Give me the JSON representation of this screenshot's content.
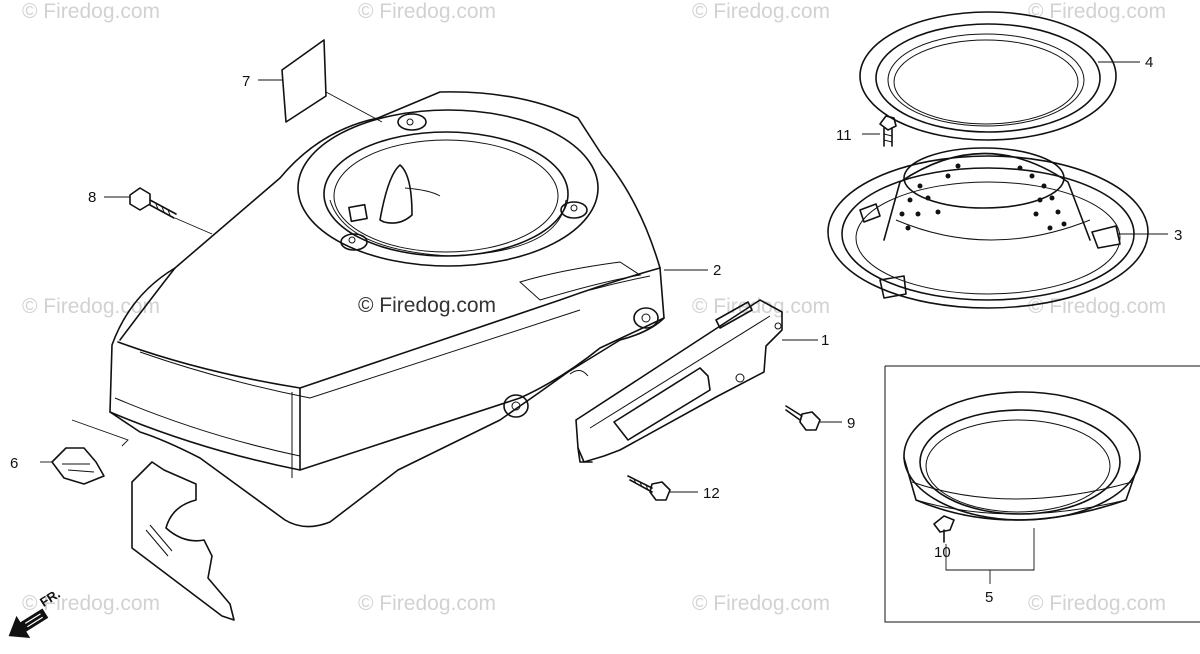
{
  "watermark": "© Firedog.com",
  "center_watermark": "© Firedog.com",
  "callouts": [
    {
      "id": "1",
      "text": "1"
    },
    {
      "id": "2",
      "text": "2"
    },
    {
      "id": "3",
      "text": "3"
    },
    {
      "id": "4",
      "text": "4"
    },
    {
      "id": "5",
      "text": "5"
    },
    {
      "id": "6",
      "text": "6"
    },
    {
      "id": "7",
      "text": "7"
    },
    {
      "id": "8",
      "text": "8"
    },
    {
      "id": "9",
      "text": "9"
    },
    {
      "id": "10",
      "text": "10"
    },
    {
      "id": "11",
      "text": "11"
    },
    {
      "id": "12",
      "text": "12"
    }
  ],
  "direction_label": "FR."
}
